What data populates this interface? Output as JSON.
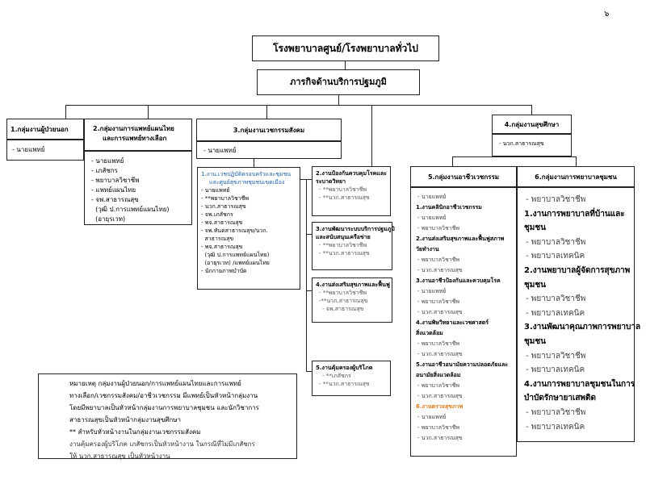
{
  "page_number": "๖",
  "top_title": "โรงพยาบาลศูนย์/โรงพยาบาลทั่วไป",
  "sub_title": "ภารกิจด้านบริการปฐมภูมิ",
  "group1": {
    "title": "1.กลุ่มงานผู้ป่วยนอก",
    "items": [
      "- นายแพทย์"
    ]
  },
  "group2": {
    "title_line1": "2.กลุ่มงานการแพทย์แผนไทย",
    "title_line2": "และการแพทย์ทางเลือก",
    "items": [
      "- นายแพทย์",
      "- เภสัชกร",
      "- พยาบาลวิชาชีพ",
      "- แพทย์แผนไทย",
      "- จพ.สาธารณสุข",
      "  (วุฒิ ป.การแพทย์แผนไทย)",
      "  (อายุรเวท)"
    ]
  },
  "group3": {
    "title": "3.กลุ่มงานเวชกรรมสังคม",
    "head_item": "- นายแพทย์",
    "unit1": {
      "title_line1": "1.งาน.เวชปฏิบัติครอบครัวและชุมชน",
      "title_line2": "และศูนย์สุขภาพชุมชนเขตเมือง",
      "items": [
        "- นายแพทย์",
        "- **พยาบาลวิชาชีพ",
        "- นวก.สาธารณสุข",
        "- จพ.เภสัชกร",
        "- พจ.สาธารณสุข",
        "- จพ.ทันตสาธารณสุข/นวก.",
        "  สาธารณสุข",
        "- พจ.สาธารณสุข",
        "  (วุฒิ ป.การแพทย์แผนไทย)",
        "  (อายุรเวท) /แพทย์แผนไทย",
        "- นักกายภาพบำบัด"
      ]
    },
    "unit2": {
      "title_line1": "2.งานป้องกันควบคุมโรคและ",
      "title_line2": "ระบาดวิทยา",
      "items": [
        "- **พยาบาลวิชาชีพ",
        "- **นวก.สาธารณสุข"
      ]
    },
    "unit3": {
      "title_line1": "3.งานพัฒนาระบบบริการปฐมภูมิ",
      "title_line2": "และสนับสนุนเครือข่าย",
      "items": [
        "- **พยาบาลวิชาชีพ",
        "- **นวก.สาธารณสุข"
      ]
    },
    "unit4": {
      "title": "4.งานส่งเสริมสุขภาพและฟื้นฟู",
      "items": [
        "- **พยาบาลวิชาชีพ",
        "-**นวก.สาธารณสุข",
        "- จพ.สาธารณสุข"
      ]
    },
    "unit5": {
      "title": "5.งานคุ้มครองผู้บริโภค",
      "items": [
        "- **เภสัชกร",
        "- **นวก.สาธารณสุข"
      ]
    }
  },
  "group4": {
    "title": "4.กลุ่มงานสุขศึกษา",
    "items": [
      "- นวก.สาธารณสุข"
    ]
  },
  "group5": {
    "title": "5.กลุ่มงานอาชีวเวชกรรม",
    "lines": [
      {
        "t": "- นายแพทย์",
        "s": "n"
      },
      {
        "t": "1.งานคลินิกอาชีวเวชกรรม",
        "s": "h"
      },
      {
        "t": "- นายแพทย์",
        "s": "n"
      },
      {
        "t": "- พยาบาลวิชาชีพ",
        "s": "n"
      },
      {
        "t": "2.งานส่งเสริมสุขภาพและฟื้นฟูสภาพ",
        "s": "h"
      },
      {
        "t": "วัยทำงาน",
        "s": "h"
      },
      {
        "t": "- พยาบาลวิชาชีพ",
        "s": "n"
      },
      {
        "t": "- นวก.สาธารณสุข",
        "s": "n"
      },
      {
        "t": "3.งานอาชีวป้องกันและควบคุมโรค",
        "s": "h"
      },
      {
        "t": "- นายแพทย์",
        "s": "n"
      },
      {
        "t": "- พยาบาลวิชาชีพ",
        "s": "n"
      },
      {
        "t": "- นวก.สาธารณสุข",
        "s": "n"
      },
      {
        "t": "4.งานพิษวิทยาและเวชศาสตร์",
        "s": "h"
      },
      {
        "t": "สิ่งแวดล้อม",
        "s": "h"
      },
      {
        "t": "- พยาบาลวิชาชีพ",
        "s": "n"
      },
      {
        "t": "- นวก.สาธารณสุข",
        "s": "n"
      },
      {
        "t": "5.งานอาชีวอนามัยความปลอดภัยและ",
        "s": "h"
      },
      {
        "t": "อนามัยสิ่งแวดล้อม",
        "s": "h"
      },
      {
        "t": "- พยาบาลวิชาชีพ",
        "s": "n"
      },
      {
        "t": "- นวก.สาธารณสุข",
        "s": "n"
      },
      {
        "t": "6.งานตรวจสุขภาพ",
        "s": "o"
      },
      {
        "t": "- นายแพทย์",
        "s": "n"
      },
      {
        "t": "- พยาบาลวิชาชีพ",
        "s": "n"
      },
      {
        "t": "- นวก.สาธารณสุข",
        "s": "n"
      }
    ]
  },
  "group6": {
    "title": "6.กลุ่มงานการพยาบาลชุมชน",
    "lines": [
      {
        "t": "- พยาบาลวิชาชีพ",
        "s": "n"
      },
      {
        "t": "1.งานการพยาบาลที่บ้านและ",
        "s": "h"
      },
      {
        "t": "ชุมชน",
        "s": "h"
      },
      {
        "t": "- พยาบาลวิชาชีพ",
        "s": "n"
      },
      {
        "t": "- พยาบาลเทคนิค",
        "s": "n"
      },
      {
        "t": "2.งานพยาบาลผู้จัดการสุขภาพ",
        "s": "h"
      },
      {
        "t": "ชุมชน",
        "s": "h"
      },
      {
        "t": "- พยาบาลวิชาชีพ",
        "s": "n"
      },
      {
        "t": "- พยาบาลเทคนิค",
        "s": "n"
      },
      {
        "t": "3.งานพัฒนาคุณภาพการพยาบาล",
        "s": "h"
      },
      {
        "t": "ชุมชน",
        "s": "h"
      },
      {
        "t": "- พยาบาลวิชาชีพ",
        "s": "n"
      },
      {
        "t": "- พยาบาลเทคนิค",
        "s": "n"
      },
      {
        "t": "4.งานการพยาบาลชุมชนในการ",
        "s": "h"
      },
      {
        "t": "บำบัดรักษายาเสพติด",
        "s": "h"
      },
      {
        "t": "- พยาบาลวิชาชีพ",
        "s": "n"
      },
      {
        "t": "- พยาบาลเทคนิค",
        "s": "n"
      }
    ]
  },
  "note": {
    "lines": [
      "หมายเหตุ กลุ่มงานผู้ป่วยนอก/การแพทย์แผนไทยและการแพทย์",
      "ทางเลือก/เวชกรรมสังคม/อาชีวเวชกรรม มีแพทย์เป็นหัวหน้ากลุ่มงาน",
      "โดยมีพยาบาลเป็นหัวหน้ากลุ่มงานการพยาบาลชุมชน และนักวิชาการ",
      "สาธารณสุขเป็นหัวหน้ากลุ่มงานสุขศึกษา",
      "** สำหรับหัวหน้างานในกลุ่มงานเวชกรรมสังคม",
      "งานคุ้มครองผู้บริโภค เภสัชกรเป็นหัวหน้างาน ในกรณีที่ไม่มีเภสัชกร",
      "ให้ นวก.สาธารณสุข เป็นหัวหน้างาน"
    ]
  }
}
